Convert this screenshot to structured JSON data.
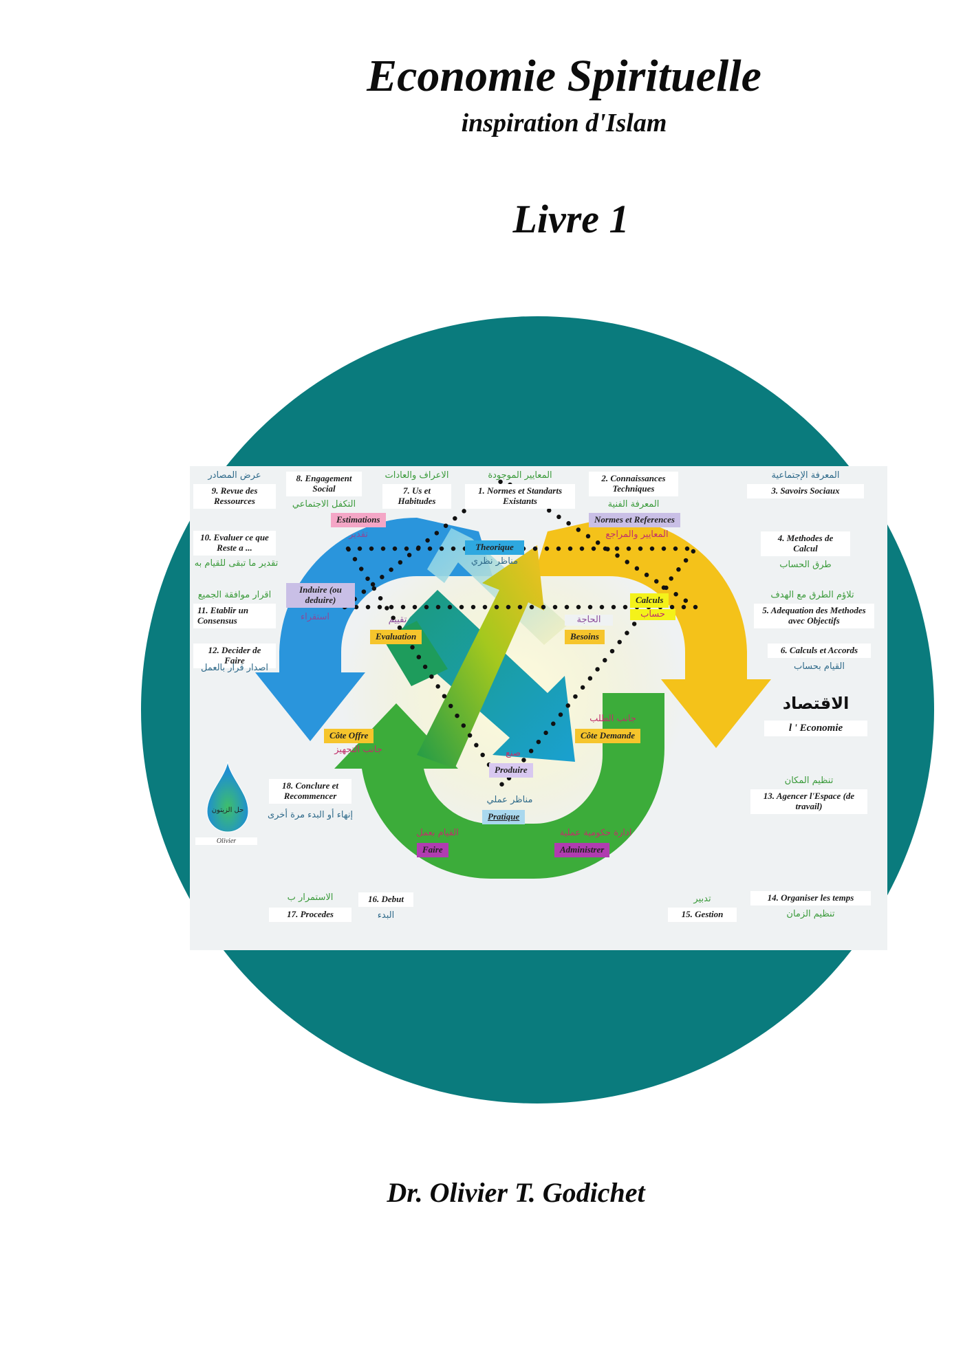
{
  "cover": {
    "title": "Economie Spirituelle",
    "subtitle": "inspiration d'Islam",
    "volume": "Livre 1",
    "author": "Dr. Olivier T. Godichet"
  },
  "colors": {
    "circle": "#0a7b7d",
    "diagram_bg": "#eff2f3",
    "arrow_blue": "#2a95dc",
    "arrow_yellow": "#f4c21a",
    "arrow_green": "#3cac3a",
    "tag_yellow": "#f6c52c",
    "tag_pink": "#f4a6c6",
    "tag_lavender": "#c9bfe6",
    "tag_cyan": "#2ea8e0",
    "tag_purple": "#b03cb0",
    "tag_lightblue": "#a9d8ee"
  },
  "diagram": {
    "steps": [
      {
        "fr": "1. Normes et Standarts Existants",
        "ar": "المعايير الموجودة"
      },
      {
        "fr": "2. Connaissances Techniques",
        "ar": "المعرفة الفنية"
      },
      {
        "fr": "3. Savoirs Sociaux",
        "ar": "المعرفة الإجتماعية"
      },
      {
        "fr": "4. Methodes de Calcul",
        "ar": "طرق الحساب"
      },
      {
        "fr": "5. Adequation des Methodes avec Objectifs",
        "ar": "تلاؤم الطرق مع الهدف"
      },
      {
        "fr": "6. Calculs et Accords",
        "ar": "القيام بحساب"
      },
      {
        "fr": "7. Us et Habitudes",
        "ar": "الاعراف والعادات"
      },
      {
        "fr": "8. Engagement Social",
        "ar": "التكفل الاجتماعي"
      },
      {
        "fr": "9. Revue des Ressources",
        "ar": "عرض المصادر"
      },
      {
        "fr": "10. Evaluer ce que Reste a ...",
        "ar": "تقدير ما تبقى للقيام به"
      },
      {
        "fr": "11. Etablir un Consensus",
        "ar": "اقرار موافقة الجميع"
      },
      {
        "fr": "12. Decider de Faire",
        "ar": "اصدار قرار بالعمل"
      },
      {
        "fr": "13. Agencer l'Espace (de travail)",
        "ar": "تنظيم المكان"
      },
      {
        "fr": "14. Organiser les temps",
        "ar": "تنظيم الزمان"
      },
      {
        "fr": "15. Gestion",
        "ar": "تدبير"
      },
      {
        "fr": "16. Debut",
        "ar": "البدء"
      },
      {
        "fr": "17. Procedes",
        "ar": "الاستمرار ب"
      },
      {
        "fr": "18. Conclure et Recommencer",
        "ar": "إنهاء أو البدء مرة أخرى"
      }
    ],
    "tags": {
      "estimations": "Estimations",
      "estimations_ar": "تقدير",
      "normes_references": "Normes et References",
      "normes_references_ar": "المعايير والمراجع",
      "induire": "Induire (ou deduire)",
      "induire_ar": "استقراء",
      "evaluation": "Evaluation",
      "evaluation_ar": "تقييم",
      "theorique": "Theorique",
      "theorique_ar": "مناظر نظري",
      "besoins": "Besoins",
      "besoins_ar": "الحاجة",
      "calculs": "Calculs",
      "calculs_ar": "حساب",
      "cote_offre": "Côte Offre",
      "cote_offre_ar": "جانب التجهيز",
      "cote_demande": "Côte Demande",
      "cote_demande_ar": "جانب الطلب",
      "produire": "Produire",
      "produire_ar": "صنع",
      "pratique": "Pratique",
      "pratique_ar": "مناظر عملي",
      "faire": "Faire",
      "faire_ar": "القيام بعمل",
      "administrer": "Administrer",
      "administrer_ar": "ادارة حكومية عملية"
    },
    "economie": {
      "ar": "الاقتصاد",
      "fr": "l ' Economie"
    },
    "logo": {
      "ar": "حل الزيتون",
      "caption": "Olivier"
    }
  }
}
